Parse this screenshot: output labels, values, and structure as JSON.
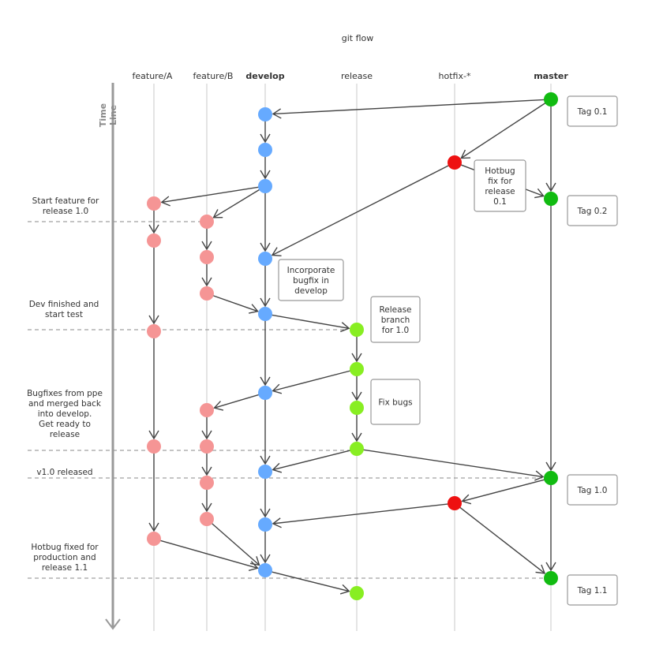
{
  "title": "git flow",
  "time_label": [
    "Time",
    "Line"
  ],
  "lanes": [
    {
      "id": "featureA",
      "label": "feature/A",
      "bold": false
    },
    {
      "id": "featureB",
      "label": "feature/B",
      "bold": false
    },
    {
      "id": "develop",
      "label": "develop",
      "bold": true
    },
    {
      "id": "release",
      "label": "release",
      "bold": false
    },
    {
      "id": "hotfix",
      "label": "hotfix-*",
      "bold": false
    },
    {
      "id": "master",
      "label": "master",
      "bold": true
    }
  ],
  "colors": {
    "develop": "#66aaff",
    "feature": "#f59595",
    "release": "#88ee22",
    "hotfix": "#ee1111",
    "master": "#11bb11",
    "edge": "#444444"
  },
  "nodes": [
    {
      "id": "m1",
      "lane": "master"
    },
    {
      "id": "d1",
      "lane": "develop"
    },
    {
      "id": "d2",
      "lane": "develop"
    },
    {
      "id": "h1",
      "lane": "hotfix"
    },
    {
      "id": "d3",
      "lane": "develop"
    },
    {
      "id": "m2",
      "lane": "master"
    },
    {
      "id": "a1",
      "lane": "featureA"
    },
    {
      "id": "b1",
      "lane": "featureB"
    },
    {
      "id": "a2",
      "lane": "featureA"
    },
    {
      "id": "b2",
      "lane": "featureB"
    },
    {
      "id": "d4",
      "lane": "develop"
    },
    {
      "id": "b3",
      "lane": "featureB"
    },
    {
      "id": "d5",
      "lane": "develop"
    },
    {
      "id": "a3",
      "lane": "featureA"
    },
    {
      "id": "r1",
      "lane": "release"
    },
    {
      "id": "r2",
      "lane": "release"
    },
    {
      "id": "d6",
      "lane": "develop"
    },
    {
      "id": "r3",
      "lane": "release"
    },
    {
      "id": "b4",
      "lane": "featureB"
    },
    {
      "id": "a4",
      "lane": "featureA"
    },
    {
      "id": "b5",
      "lane": "featureB"
    },
    {
      "id": "r4",
      "lane": "release"
    },
    {
      "id": "d7",
      "lane": "develop"
    },
    {
      "id": "m3",
      "lane": "master"
    },
    {
      "id": "b6",
      "lane": "featureB"
    },
    {
      "id": "h2",
      "lane": "hotfix"
    },
    {
      "id": "b7",
      "lane": "featureB"
    },
    {
      "id": "d8",
      "lane": "develop"
    },
    {
      "id": "a5",
      "lane": "featureA"
    },
    {
      "id": "d9",
      "lane": "develop"
    },
    {
      "id": "m4",
      "lane": "master"
    },
    {
      "id": "r5",
      "lane": "release"
    }
  ],
  "edges": [
    [
      "m1",
      "d1"
    ],
    [
      "d1",
      "d2"
    ],
    [
      "d2",
      "d3"
    ],
    [
      "m1",
      "h1"
    ],
    [
      "h1",
      "m2"
    ],
    [
      "m1",
      "m2"
    ],
    [
      "d3",
      "a1"
    ],
    [
      "d3",
      "b1"
    ],
    [
      "d3",
      "d4"
    ],
    [
      "h1",
      "d4"
    ],
    [
      "a1",
      "a2"
    ],
    [
      "b1",
      "b2"
    ],
    [
      "b2",
      "b3"
    ],
    [
      "a2",
      "a3"
    ],
    [
      "b3",
      "d5"
    ],
    [
      "d4",
      "d5"
    ],
    [
      "d5",
      "r1"
    ],
    [
      "r1",
      "r2"
    ],
    [
      "r2",
      "d6"
    ],
    [
      "d5",
      "d6"
    ],
    [
      "d6",
      "b4"
    ],
    [
      "r2",
      "r3"
    ],
    [
      "r3",
      "r4"
    ],
    [
      "a3",
      "a4"
    ],
    [
      "b4",
      "b5"
    ],
    [
      "b5",
      "b6"
    ],
    [
      "d6",
      "d7"
    ],
    [
      "r4",
      "d7"
    ],
    [
      "r4",
      "m3"
    ],
    [
      "m2",
      "m3"
    ],
    [
      "m3",
      "h2"
    ],
    [
      "h2",
      "d8"
    ],
    [
      "h2",
      "m4"
    ],
    [
      "m3",
      "m4"
    ],
    [
      "b6",
      "b7"
    ],
    [
      "d7",
      "d8"
    ],
    [
      "a4",
      "a5"
    ],
    [
      "a5",
      "d9"
    ],
    [
      "b7",
      "d9"
    ],
    [
      "d8",
      "d9"
    ],
    [
      "d9",
      "r5"
    ]
  ],
  "notes": [
    {
      "id": "tag01",
      "lines": [
        "Tag 0.1"
      ]
    },
    {
      "id": "hotbug01",
      "lines": [
        "Hotbug",
        "fix for",
        "release",
        "0.1"
      ]
    },
    {
      "id": "tag02",
      "lines": [
        "Tag 0.2"
      ]
    },
    {
      "id": "incorporate",
      "lines": [
        "Incorporate",
        "bugfix in",
        "develop"
      ]
    },
    {
      "id": "releasebranch",
      "lines": [
        "Release",
        "branch",
        "for 1.0"
      ]
    },
    {
      "id": "fixbugs",
      "lines": [
        "Fix bugs"
      ]
    },
    {
      "id": "tag10",
      "lines": [
        "Tag 1.0"
      ]
    },
    {
      "id": "tag11",
      "lines": [
        "Tag 1.1"
      ]
    }
  ],
  "milestones": [
    {
      "id": "start_feature",
      "lines": [
        "Start feature for",
        "release 1.0"
      ]
    },
    {
      "id": "dev_finished",
      "lines": [
        "Dev finished and",
        "start test"
      ]
    },
    {
      "id": "bugfixes",
      "lines": [
        "Bugfixes from ppe",
        "and merged back",
        "into develop.",
        "Get ready to",
        "release"
      ]
    },
    {
      "id": "v10",
      "lines": [
        "v1.0 released"
      ]
    },
    {
      "id": "hotbug_fixed",
      "lines": [
        "Hotbug fixed for",
        "production and",
        "release 1.1"
      ]
    }
  ]
}
